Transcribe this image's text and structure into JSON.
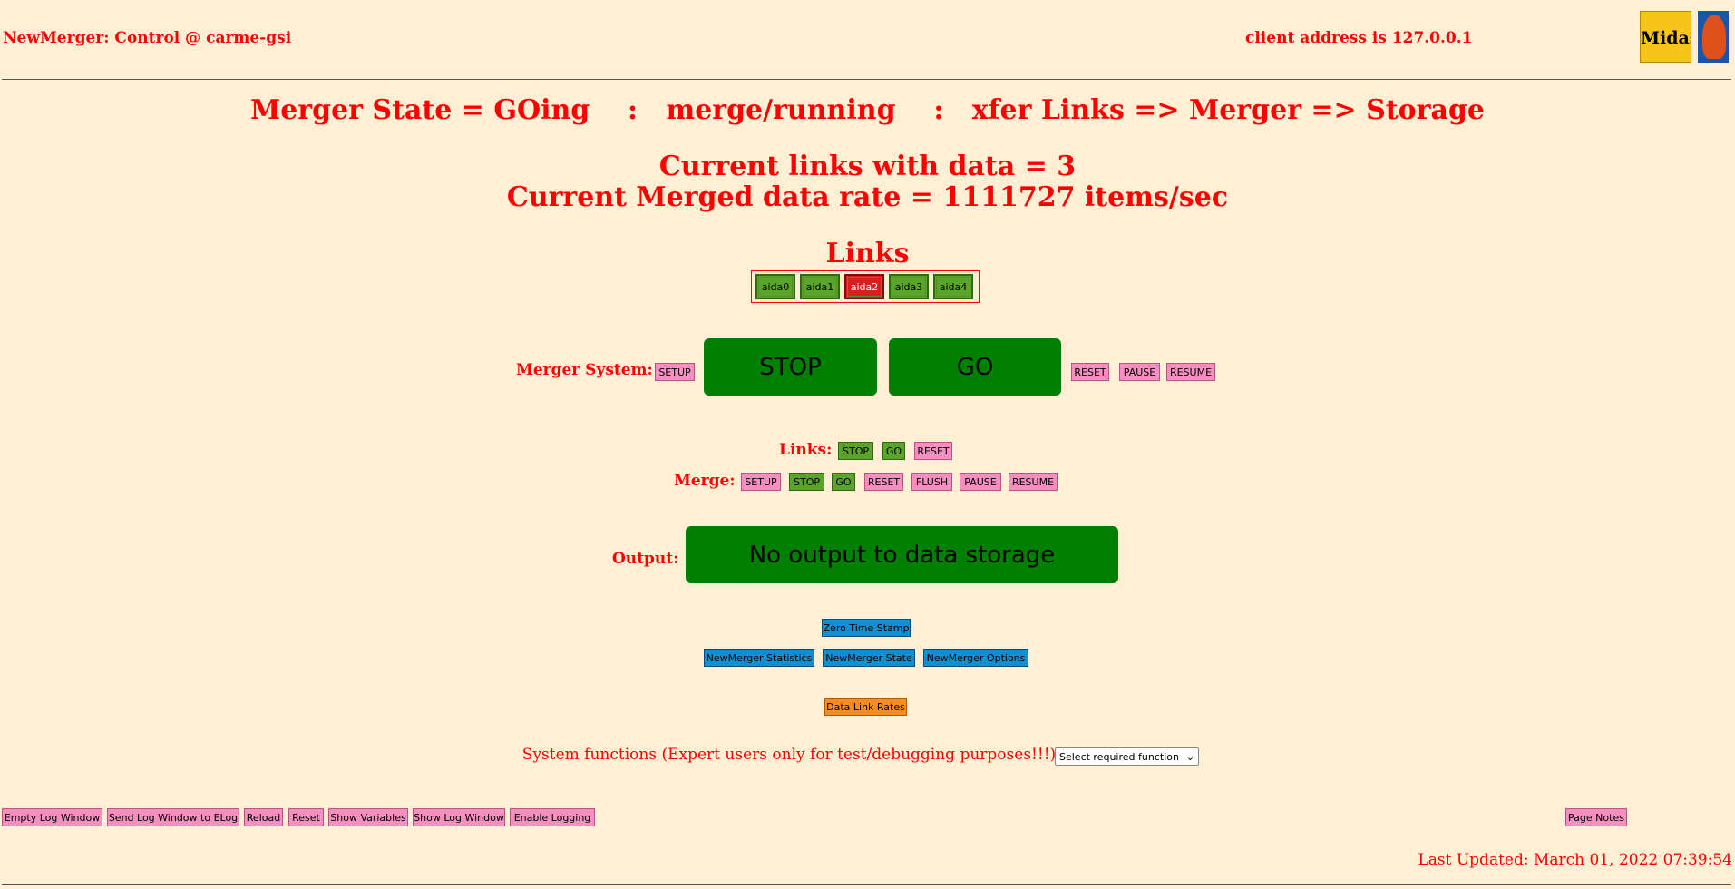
{
  "header": {
    "title": "NewMerger: Control @ carme-gsi",
    "client_address": "client address is 127.0.0.1",
    "logos": [
      "midas-logo",
      "tcl-logo"
    ]
  },
  "state": {
    "line": "Merger State = GOing    :   merge/running    :   xfer Links => Merger => Storage",
    "links_with_data": "Current links with data = 3",
    "merged_rate": "Current Merged data rate = 1111727 items/sec"
  },
  "links": {
    "heading": "Links",
    "items": [
      {
        "label": "aida0",
        "status": "ok"
      },
      {
        "label": "aida1",
        "status": "ok"
      },
      {
        "label": "aida2",
        "status": "error"
      },
      {
        "label": "aida3",
        "status": "ok"
      },
      {
        "label": "aida4",
        "status": "ok"
      }
    ]
  },
  "merger_system": {
    "label": "Merger System:",
    "setup": "SETUP",
    "stop": "STOP",
    "go": "GO",
    "reset": "RESET",
    "pause": "PAUSE",
    "resume": "RESUME"
  },
  "links_control": {
    "label": "Links:",
    "stop": "STOP",
    "go": "GO",
    "reset": "RESET"
  },
  "merge_control": {
    "label": "Merge:",
    "setup": "SETUP",
    "stop": "STOP",
    "go": "GO",
    "reset": "RESET",
    "flush": "FLUSH",
    "pause": "PAUSE",
    "resume": "RESUME"
  },
  "output": {
    "label": "Output:",
    "status": "No output to data storage"
  },
  "tools": {
    "zero_time_stamp": "Zero Time Stamp",
    "statistics": "NewMerger Statistics",
    "state": "NewMerger State",
    "options": "NewMerger Options",
    "data_link_rates": "Data Link Rates"
  },
  "system_functions": {
    "text": "System functions (Expert users only for test/debugging purposes!!!)",
    "select_value": "Select required function"
  },
  "footer": {
    "empty_log": "Empty Log Window",
    "send_log": "Send Log Window to ELog",
    "reload": "Reload",
    "reset": "Reset",
    "show_variables": "Show Variables",
    "show_log": "Show Log Window",
    "enable_logging": "Enable Logging",
    "page_notes": "Page Notes",
    "last_updated": "Last Updated: March 01, 2022 07:39:54"
  },
  "colors": {
    "background": "#ffefd5",
    "text": "#ff0000",
    "ok_green": "#5aa42a",
    "error_red": "#d42020",
    "big_button": "#008000"
  }
}
